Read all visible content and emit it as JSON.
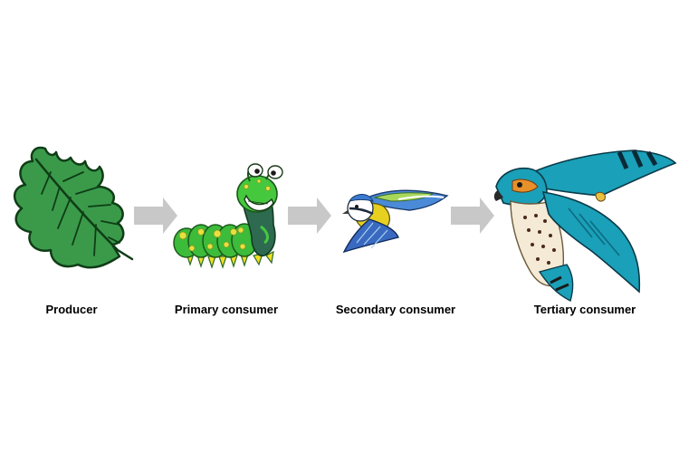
{
  "stages": [
    {
      "label": "Producer",
      "icon": "oak-leaf-icon"
    },
    {
      "label": "Primary consumer",
      "icon": "caterpillar-icon"
    },
    {
      "label": "Secondary consumer",
      "icon": "blue-tit-icon"
    },
    {
      "label": "Tertiary consumer",
      "icon": "hawk-icon"
    }
  ],
  "colors": {
    "leaf": "#3a9a4a",
    "caterpillar": "#3dbb3a",
    "bird_blue": "#3a7ad0",
    "bird_yellow": "#e8d020",
    "hawk": "#1aa0b8",
    "arrow": "#c8c8c8"
  }
}
